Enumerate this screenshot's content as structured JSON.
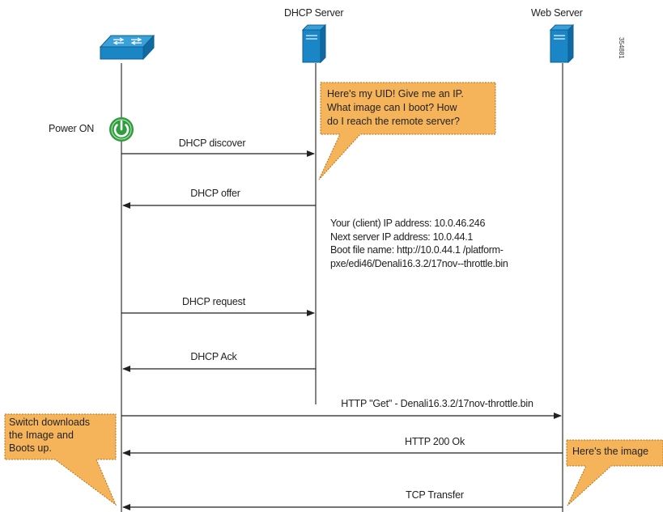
{
  "participants": {
    "dhcp_server": "DHCP Server",
    "web_server": "Web Server"
  },
  "figure_id": "354881",
  "power_on": "Power ON",
  "callouts": {
    "dhcp_request_note": [
      "Here's my UID! Give me an IP.",
      "What image can I boot? How",
      "do I reach the remote server?"
    ],
    "switch_note": [
      "Switch downloads",
      "the Image and",
      "Boots up."
    ],
    "web_note": "Here's the image"
  },
  "messages": {
    "discover": "DHCP discover",
    "offer": "DHCP offer",
    "request": "DHCP request",
    "ack": "DHCP Ack",
    "http_get": "HTTP \"Get\" - Denali16.3.2/17nov-throttle.bin",
    "http_ok": "HTTP 200 Ok",
    "tcp_transfer": "TCP Transfer"
  },
  "offer_details": [
    "Your (client) IP address: 10.0.46.246",
    "Next server IP address: 10.0.44.1",
    "Boot file name: http://10.0.44.1 /platform-",
    "pxe/edi46/Denali16.3.2/17nov--throttle.bin"
  ],
  "colors": {
    "device_blue": "#1a86c6",
    "callout_orange": "#f5b45a",
    "power_green": "#2e9e3c"
  }
}
